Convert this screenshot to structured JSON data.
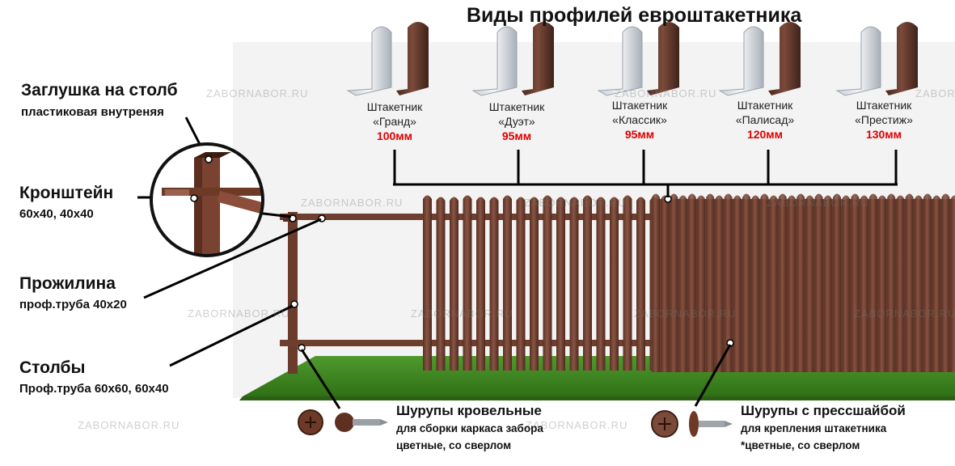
{
  "title": "Виды профилей евроштакетника",
  "watermark": "ZABORNABOR.RU",
  "profiles": [
    {
      "name": "Штакетник",
      "model": "«Гранд»",
      "width": "100мм"
    },
    {
      "name": "Штакетник",
      "model": "«Дуэт»",
      "width": "95мм"
    },
    {
      "name": "Штакетник",
      "model": "«Классик»",
      "width": "95мм"
    },
    {
      "name": "Штакетник",
      "model": "«Палисад»",
      "width": "120мм"
    },
    {
      "name": "Штакетник",
      "model": "«Престиж»",
      "width": "130мм"
    }
  ],
  "labels": {
    "cap": {
      "title": "Заглушка на столб",
      "sub": "пластиковая внутреняя"
    },
    "bracket": {
      "title": "Кронштейн",
      "sub": "60х40, 40х40"
    },
    "rail": {
      "title": "Прожилина",
      "sub": "проф.труба 40х20"
    },
    "posts": {
      "title": "Столбы",
      "sub": "Проф.труба 60х60, 60х40"
    }
  },
  "screws": {
    "roof": {
      "title": "Шурупы кровельные",
      "line1": "для сборки каркаса забора",
      "line2": "цветные, со сверлом"
    },
    "press": {
      "title": "Шурупы с прессшайбой",
      "line1": "для крепления штакетника",
      "line2": "*цветные, со сверлом"
    }
  },
  "colors": {
    "fence": "#7a4a3a",
    "fence_dark": "#5e3528",
    "grass": "#3f8f25",
    "accent_red": "#e00000"
  }
}
